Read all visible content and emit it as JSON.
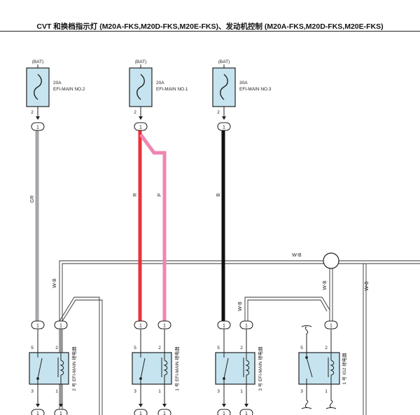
{
  "title": "CVT 和换档指示灯 (M20A-FKS,M20D-FKS,M20E-FKS)、发动机控制 (M20A-FKS,M20D-FKS,M20E-FKS)",
  "colors": {
    "fuse_fill": "#c6e4ef",
    "wire_gray": "#a3a6ab",
    "wire_red": "#e8323b",
    "wire_pink": "#ee86b3",
    "wire_black": "#111111",
    "wire_wb": "#333333"
  },
  "fuses": [
    {
      "source": "(BAT)",
      "amp": "20A",
      "name": "EFI-MAIN NO.2",
      "pin": "2",
      "connector": "1"
    },
    {
      "source": "(BAT)",
      "amp": "20A",
      "name": "EFI-MAIN NO.1",
      "pin": "2",
      "connector": "1"
    },
    {
      "source": "(BAT)",
      "amp": "30A",
      "name": "EFI-MAIN NO.3",
      "pin": "2",
      "connector": "1"
    }
  ],
  "wires": {
    "gr": "GR",
    "r": "R",
    "p": "P",
    "b": "B",
    "wb_top": "W-B",
    "wb_left": "W-B",
    "wb_mid": "W-B",
    "wb_mid2": "W-B",
    "wb_right": "W-B"
  },
  "relays": [
    {
      "name": "2 号 EFI-MAIN 继电器",
      "pins": [
        "5",
        "2",
        "3",
        "1"
      ]
    },
    {
      "name": "1 号 EFI-MAIN 继电器",
      "pins": [
        "5",
        "2",
        "3",
        "1"
      ]
    },
    {
      "name": "3 号 EFI-MAIN 继电器",
      "pins": [
        "5",
        "2",
        "3",
        "1"
      ]
    },
    {
      "name": "1 号 IG2 继电器",
      "pins": [
        "5",
        "2",
        "3",
        "1"
      ]
    }
  ],
  "connector_label": "1"
}
